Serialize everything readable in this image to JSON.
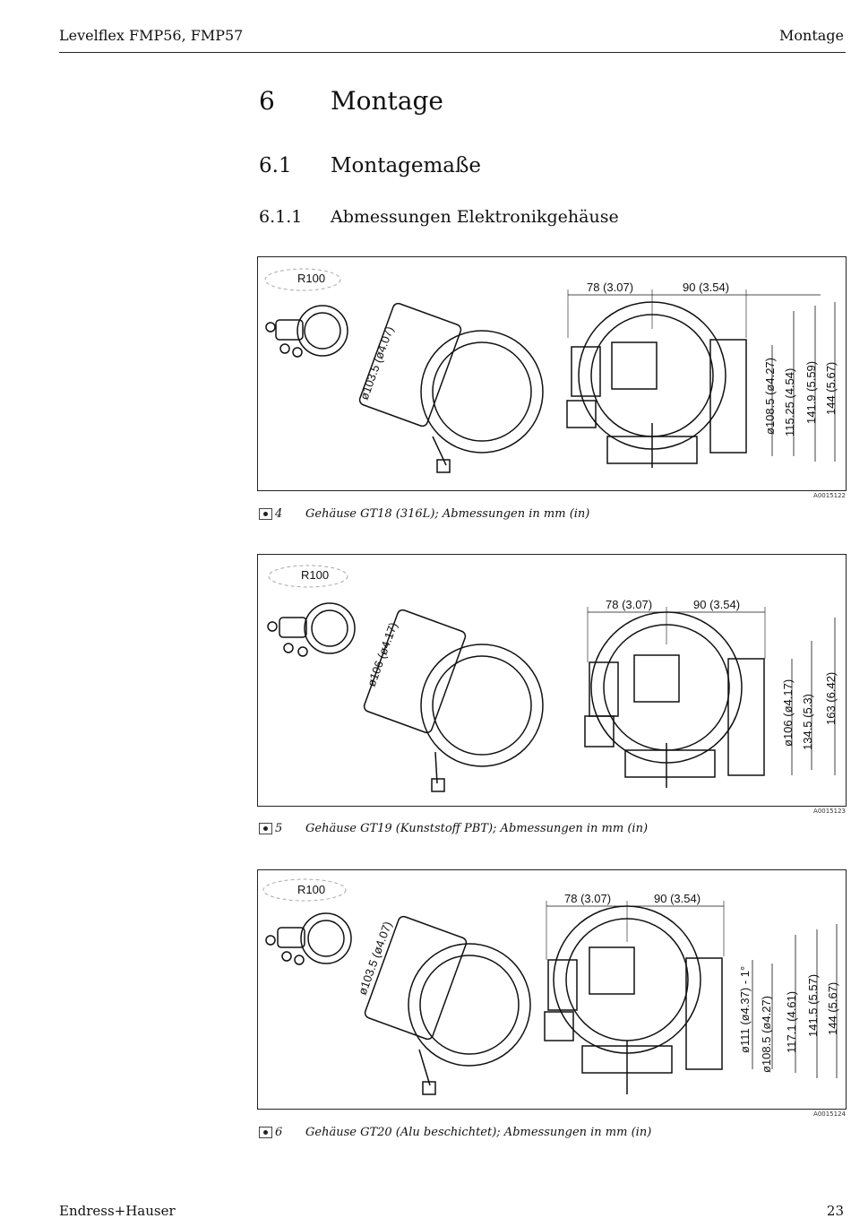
{
  "header": {
    "left": "Levelflex FMP56, FMP57",
    "right": "Montage"
  },
  "headings": [
    {
      "num": "6",
      "text": "Montage"
    },
    {
      "num": "6.1",
      "text": "Montagemaße"
    },
    {
      "num": "6.1.1",
      "text": "Abmessungen Elektronikgehäuse"
    }
  ],
  "figures": [
    {
      "code": "A0015122",
      "caption_num": "4",
      "caption": "Gehäuse GT18 (316L); Abmessungen in mm (in)",
      "radius": "R100",
      "diameter": "ø103.5 (ø4.07)",
      "width_left": "78 (3.07)",
      "width_right": "90 (3.54)",
      "heights": [
        "ø108.5 (ø4.27)",
        "115.25 (4.54)",
        "141.9 (5.59)",
        "144 (5.67)"
      ]
    },
    {
      "code": "A0015123",
      "caption_num": "5",
      "caption": "Gehäuse GT19 (Kunststoff PBT); Abmessungen in mm (in)",
      "radius": "R100",
      "diameter": "ø106 (ø4.17)",
      "width_left": "78 (3.07)",
      "width_right": "90 (3.54)",
      "heights": [
        "ø106 (ø4.17)",
        "134.5 (5.3)",
        "163 (6.42)"
      ]
    },
    {
      "code": "A0015124",
      "caption_num": "6",
      "caption": "Gehäuse GT20 (Alu beschichtet); Abmessungen in mm (in)",
      "radius": "R100",
      "diameter": "ø103.5 (ø4.07)",
      "width_left": "78 (3.07)",
      "width_right": "90 (3.54)",
      "heights": [
        "ø111 (ø4.37) - 1°",
        "ø108.5 (ø4.27)",
        "117.1 (4.61)",
        "141.5 (5.57)",
        "144 (5.67)"
      ]
    }
  ],
  "footer": {
    "left": "Endress+Hauser",
    "right": "23"
  }
}
